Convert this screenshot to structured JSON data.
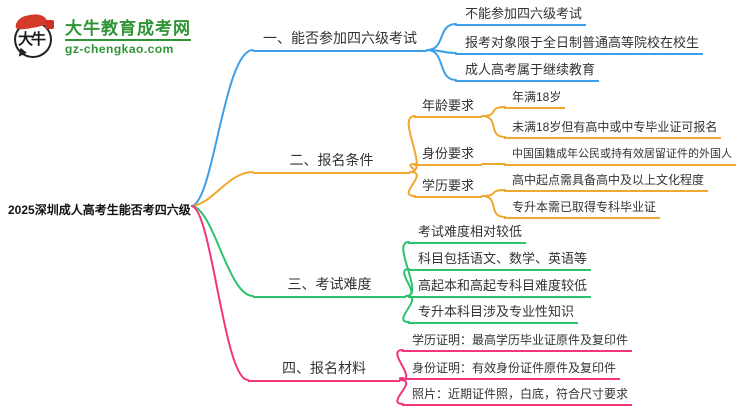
{
  "logo": {
    "brand": "大牛教育成考网",
    "domain": "gz-chengkao.com",
    "icon_text": "大牛"
  },
  "root": {
    "text": "2025深圳成人高考生能否考四六级"
  },
  "branches": [
    {
      "label": "一、能否参加四六级考试",
      "color": "#3d9fe9",
      "children": [
        {
          "text": "不能参加四六级考试"
        },
        {
          "text": "报考对象限于全日制普通高等院校在校生"
        },
        {
          "text": "成人高考属于继续教育"
        }
      ]
    },
    {
      "label": "二、报名条件",
      "color": "#f0a830",
      "children": [
        {
          "text": "年龄要求",
          "children": [
            {
              "text": "年满18岁"
            },
            {
              "text": "未满18岁但有高中或中专毕业证可报名"
            }
          ]
        },
        {
          "text": "身份要求",
          "children": [
            {
              "text": "中国国籍成年公民或持有效居留证件的外国人"
            }
          ]
        },
        {
          "text": "学历要求",
          "children": [
            {
              "text": "高中起点需具备高中及以上文化程度"
            },
            {
              "text": "专升本需已取得专科毕业证"
            }
          ]
        }
      ]
    },
    {
      "label": "三、考试难度",
      "color": "#2bc46d",
      "children": [
        {
          "text": "考试难度相对较低"
        },
        {
          "text": "科目包括语文、数学、英语等"
        },
        {
          "text": "高起本和高起专科目难度较低"
        },
        {
          "text": "专升本科目涉及专业性知识"
        }
      ]
    },
    {
      "label": "四、报名材料",
      "color": "#f2357d",
      "children": [
        {
          "text": "学历证明：最高学历毕业证原件及复印件"
        },
        {
          "text": "身份证明：有效身份证件原件及复印件"
        },
        {
          "text": "照片：近期证件照，白底，符合尺寸要求"
        }
      ]
    }
  ]
}
